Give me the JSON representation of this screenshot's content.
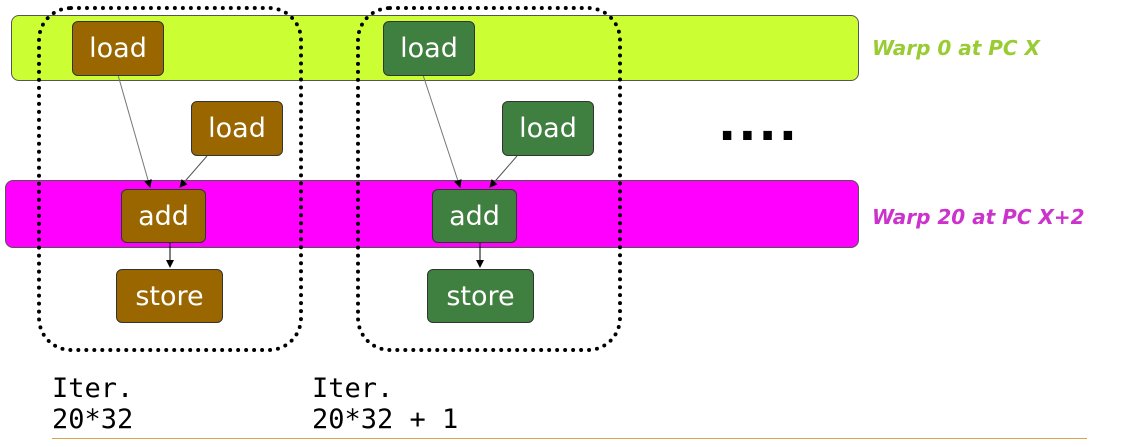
{
  "warps": [
    {
      "label": "Warp 0 at PC X",
      "color": "#ccff33",
      "label_color": "#99cc33"
    },
    {
      "label": "Warp 20 at PC X+2",
      "color": "#ff00ff",
      "label_color": "#cc33cc"
    }
  ],
  "ellipsis": "....",
  "iterations": [
    {
      "node_color": "#996600",
      "nodes": {
        "load1": "load",
        "load2": "load",
        "add": "add",
        "store": "store"
      },
      "caption": {
        "line1": "Iter.",
        "line2": "20*32"
      }
    },
    {
      "node_color": "#3f7f3f",
      "nodes": {
        "load1": "load",
        "load2": "load",
        "add": "add",
        "store": "store"
      },
      "caption": {
        "line1": "Iter.",
        "line2": "20*32 + 1"
      }
    }
  ]
}
